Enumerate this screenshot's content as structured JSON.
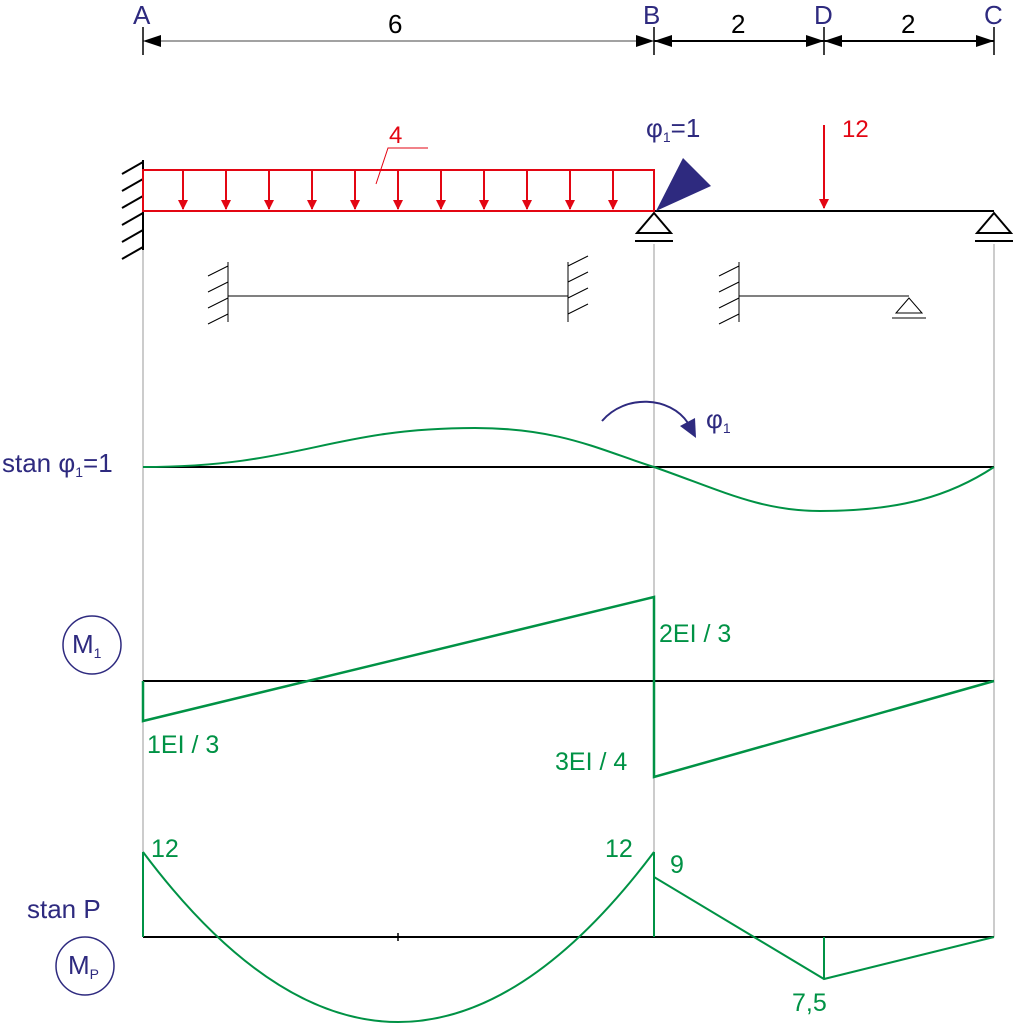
{
  "colors": {
    "load": "#e30613",
    "rotation": "#2e2a7f",
    "diagram": "#009245",
    "beam": "#000000",
    "guide": "#9a9a9a"
  },
  "nodes": [
    "A",
    "B",
    "D",
    "C"
  ],
  "spans": [
    "6",
    "2",
    "2"
  ],
  "loads": {
    "distributed": "4",
    "point": "12"
  },
  "rotation_label": {
    "symbol": "φ",
    "sub": "1",
    "eq": "=1"
  },
  "rotation_arrow": {
    "symbol": "φ",
    "sub": "1"
  },
  "state_phi": {
    "prefix": "stan φ",
    "sub": "1",
    "eq": "=1"
  },
  "m1": {
    "badge": "M",
    "badge_sub": "1",
    "value_a": "1EI / 3",
    "value_b_left": "2EI / 3",
    "value_b_right": "3EI / 4"
  },
  "mp": {
    "state": "stan P",
    "badge": "M",
    "badge_sub": "P",
    "value_a": "12",
    "value_b_left": "12",
    "value_b_right": "9",
    "value_d": "7,5"
  },
  "icons": [
    "fixed-support-icon",
    "pin-support-icon",
    "rotation-arrow-icon",
    "load-arrow-icon"
  ]
}
